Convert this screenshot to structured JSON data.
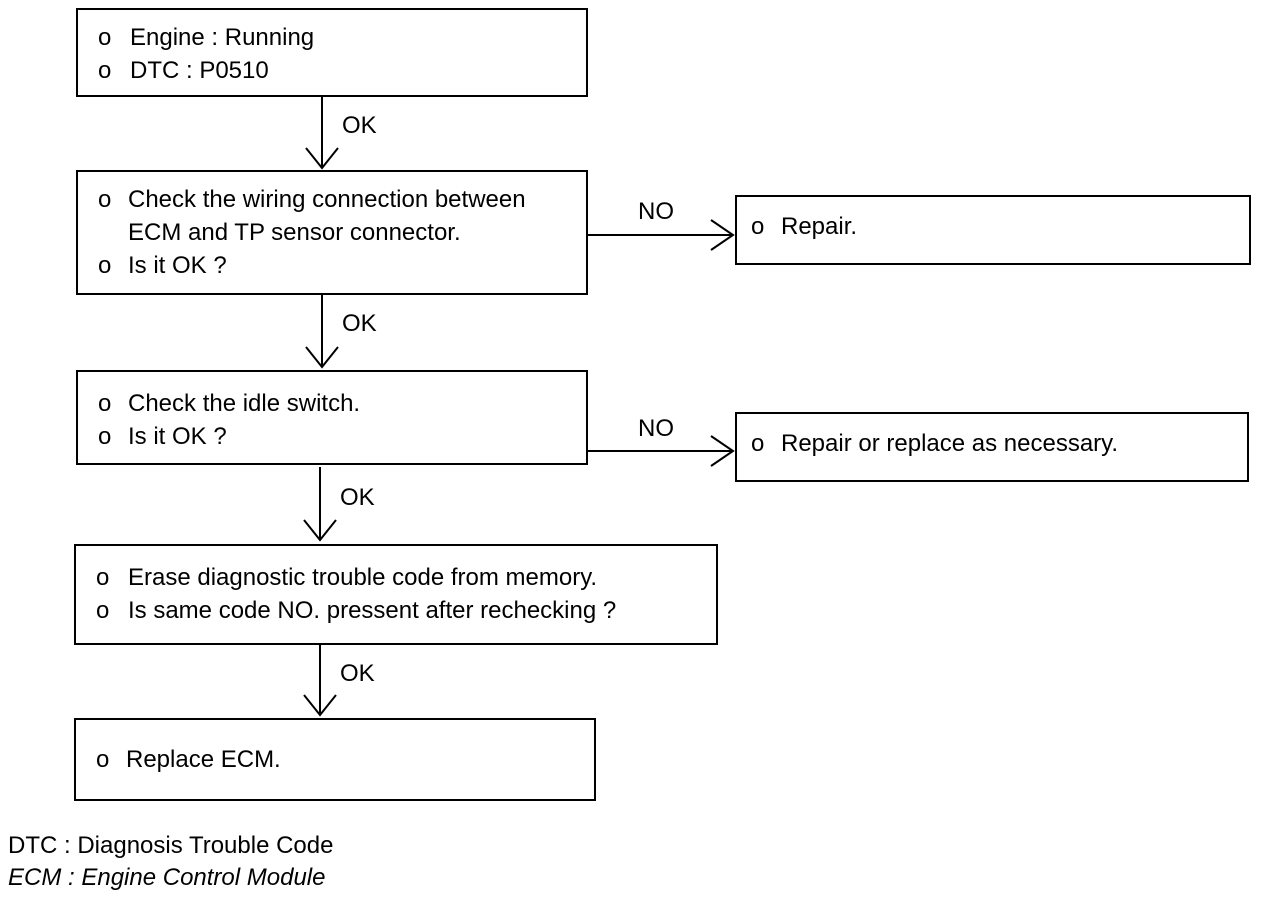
{
  "flowchart": {
    "bullet": "o",
    "box1": {
      "lines": [
        "Engine : Running",
        "DTC : P0510"
      ]
    },
    "edge1_label": "OK",
    "box2": {
      "lines": [
        "Check the wiring connection between",
        "ECM and TP sensor connector.",
        "Is it OK ?"
      ]
    },
    "edge2_no_label": "NO",
    "repair_box": {
      "text": "Repair."
    },
    "edge2_ok_label": "OK",
    "box3": {
      "lines": [
        "Check the idle switch.",
        "Is it OK ?"
      ]
    },
    "edge3_no_label": "NO",
    "repair_replace_box": {
      "text": "Repair or replace as necessary."
    },
    "edge3_ok_label": "OK",
    "box4": {
      "lines": [
        "Erase diagnostic trouble code from memory.",
        "Is same code NO. pressent after rechecking ?"
      ]
    },
    "edge4_label": "OK",
    "box5": {
      "text": "Replace ECM."
    }
  },
  "legend": {
    "dtc": "DTC : Diagnosis Trouble Code",
    "ecm": "ECM : Engine Control Module"
  }
}
